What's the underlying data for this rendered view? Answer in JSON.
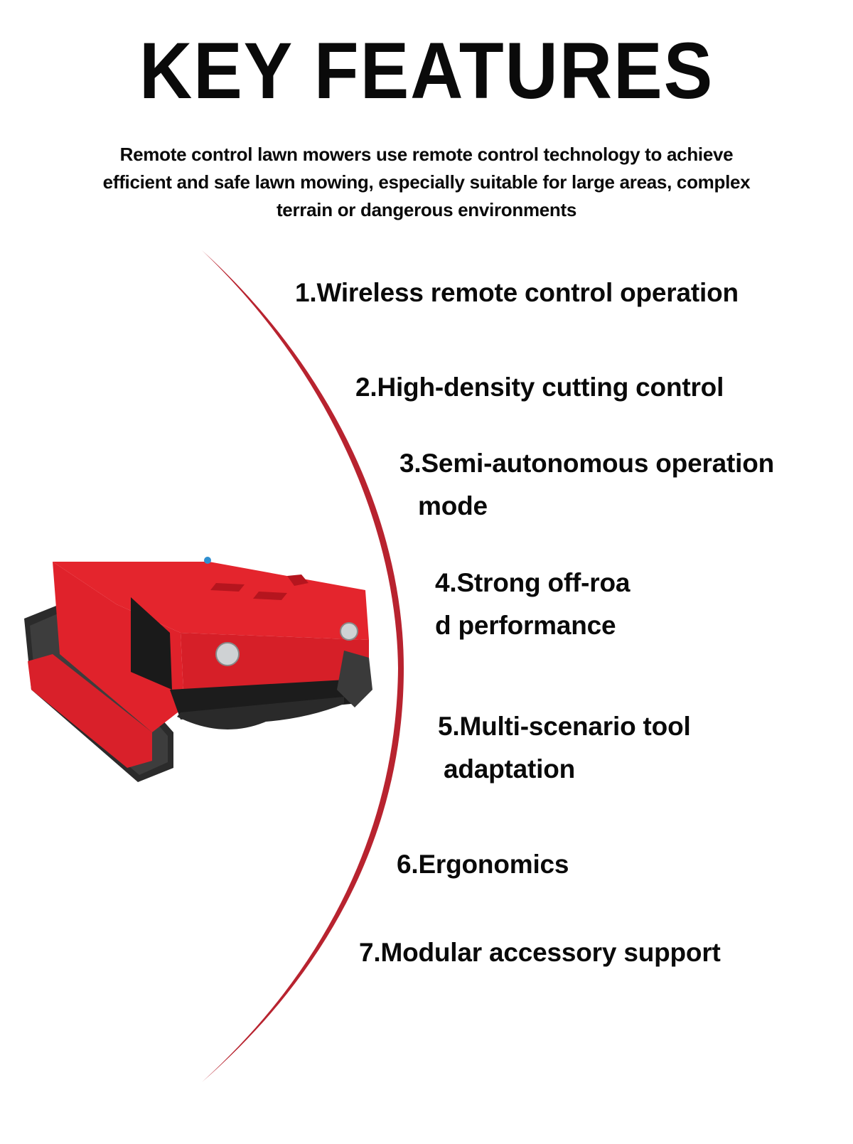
{
  "header": {
    "title": "KEY FEATURES",
    "intro": "Remote control lawn mowers use remote control technology to achieve efficient and safe lawn mowing, especially suitable for large areas, complex terrain or dangerous environments"
  },
  "product_image": {
    "alt": "Red tracked remote control lawn mower"
  },
  "colors": {
    "accent_arc": "#b8232f",
    "product_red": "#e0212b",
    "text": "#0a0a0a",
    "background": "#ffffff"
  },
  "features": [
    {
      "line1": "1.Wireless remote control operation",
      "line2": ""
    },
    {
      "line1": "2.High-density cutting control",
      "line2": ""
    },
    {
      "line1": "3.Semi-autonomous operation",
      "line2": "  mode"
    },
    {
      "line1": "4.Strong off-roa",
      "line2": "d performance"
    },
    {
      "line1": "5.Multi-scenario tool",
      "line2": " adaptation"
    },
    {
      "line1": "6.Ergonomics",
      "line2": ""
    },
    {
      "line1": "7.Modular accessory support",
      "line2": ""
    }
  ]
}
